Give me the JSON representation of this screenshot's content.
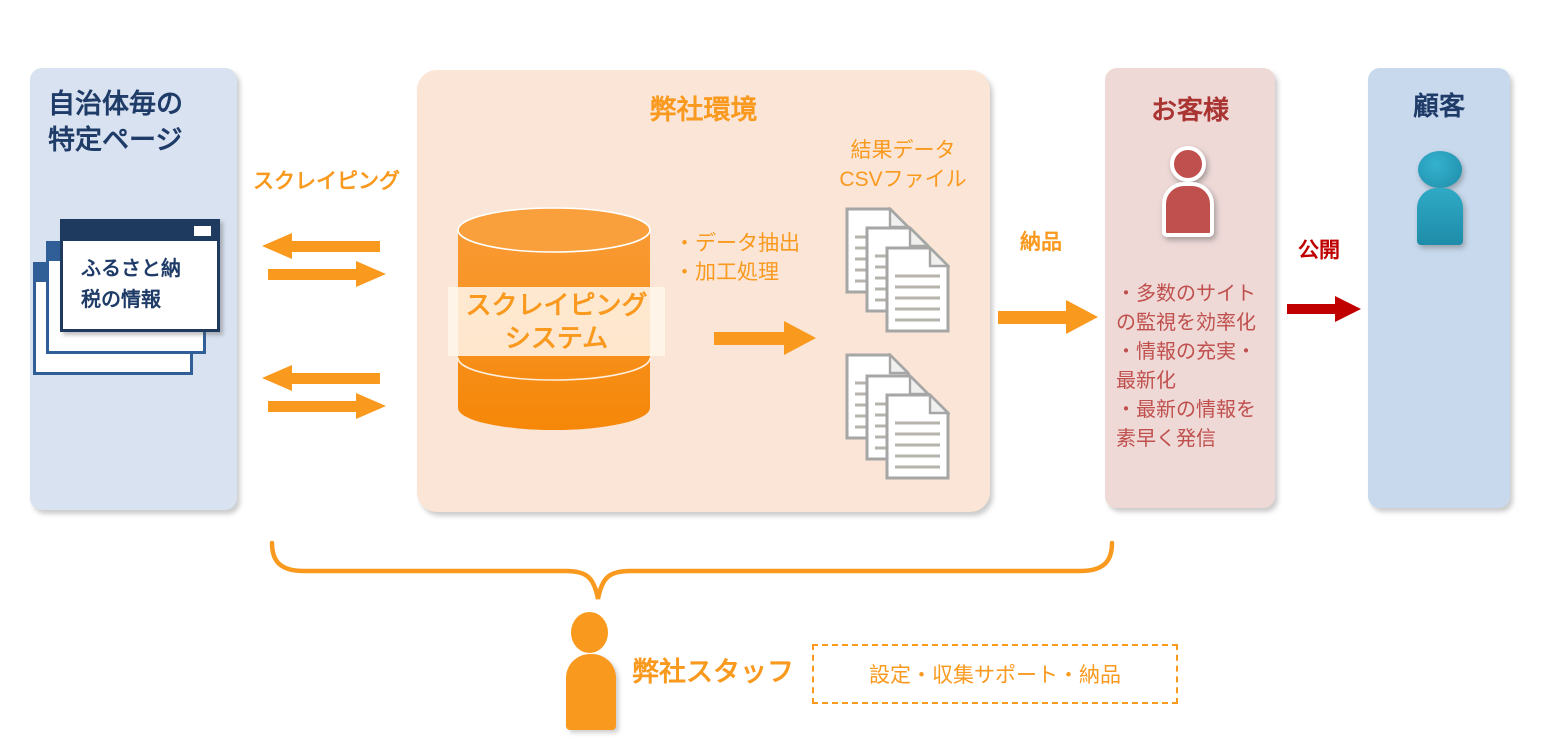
{
  "colors": {
    "accent_orange": "#F9991E",
    "deep_navy": "#1F3C68",
    "panel_sources_blue": "#D9E2F0",
    "panel_company_peach": "#FBE5D6",
    "panel_customer_pink": "#EED9D7",
    "panel_client_blue": "#C8D9EE",
    "customer_red": "#C0504D",
    "customer_title_red": "#A93432",
    "publish_red": "#C00000",
    "client_teal": "#2BA7C3"
  },
  "sources_panel": {
    "title_lines": [
      "自治体毎の",
      "特定ページ"
    ],
    "window_label_lines": [
      "ふるさと納",
      "税の情報"
    ]
  },
  "scraping_label": "スクレイピング",
  "company_panel": {
    "title": "弊社環境",
    "system_label_lines": [
      "スクレイピング",
      "システム"
    ],
    "process_notes": [
      "・データ抽出",
      "・加工処理"
    ],
    "output_label_lines": [
      "結果データ",
      "CSVファイル"
    ]
  },
  "delivery_label": "納品",
  "customer_panel": {
    "title": "お客様",
    "benefits": [
      "・多数のサイトの監視を効率化",
      "・情報の充実・最新化",
      "・最新の情報を素早く発信"
    ]
  },
  "publish_label": "公開",
  "client_panel": {
    "title": "顧客"
  },
  "staff": {
    "label": "弊社スタッフ",
    "role_note": "設定・収集サポート・納品"
  },
  "icons": {
    "browser_windows": "stacked-browser-windows-icon",
    "database": "database-cylinder-icon",
    "documents": "document-stack-icon",
    "customer_person": "person-icon",
    "client_person": "person-icon",
    "staff_person": "person-icon",
    "bidirectional_arrows": "double-arrow-icon",
    "flow_arrow": "right-arrow-icon",
    "brace": "curly-brace-icon"
  }
}
